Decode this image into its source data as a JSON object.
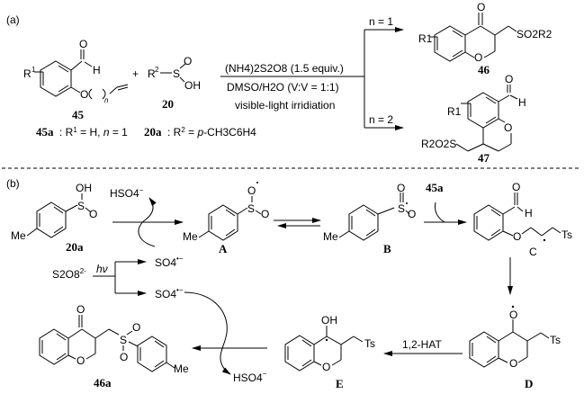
{
  "panel_a": {
    "label": "(a)",
    "reactant1": {
      "id": "45",
      "r_group": "R",
      "r_sup": "1",
      "o_atom": "O",
      "h_atom": "H",
      "ring_o": "O",
      "n": "n"
    },
    "plus": "+",
    "reactant2": {
      "id": "20",
      "r_group": "R",
      "r_sup": "2",
      "s_atom": "S",
      "o_atom": "O",
      "oh": "OH"
    },
    "example1": {
      "id": "45a",
      "text": ": R",
      "sup": "1",
      "rest": " = H, ",
      "n_italic": "n",
      "n_val": " = 1"
    },
    "example2": {
      "id": "20a",
      "text": ": R",
      "sup": "2",
      "rest": " = ",
      "p_italic": "p",
      "formula": "-CH3C6H4"
    },
    "conditions": {
      "reagent": "(NH4)2S2O8 (1.5 equiv.)",
      "solvent": "DMSO/H2O (V:V = 1:1)",
      "light": "visible-light irridiation"
    },
    "branch1": {
      "label": "n = 1",
      "product_id": "46",
      "substituent": "SO2R2",
      "r_group": "R1",
      "ketone_o": "O",
      "ring_o": "O"
    },
    "branch2": {
      "label": "n = 2",
      "product_id": "47",
      "substituent": "R2O2S",
      "r_group": "R1",
      "ald_o": "O",
      "ald_h": "H",
      "ring_o": "O"
    }
  },
  "panel_b": {
    "label": "(b)",
    "compound_20a": {
      "id": "20a",
      "oh": "OH",
      "s": "S",
      "o": "O",
      "me": "Me"
    },
    "hso4_top": "HSO4",
    "hso4_top_charge": "−",
    "radical_A": {
      "id": "A",
      "o_rad": "O",
      "s": "S",
      "o": "O",
      "me": "Me"
    },
    "radical_B": {
      "id": "B",
      "o": "O",
      "s": "S",
      "o2": "O",
      "me": "Me"
    },
    "reagent_45a": "45a",
    "radical_C": {
      "id": "C",
      "o": "O",
      "h": "H",
      "ring_o": "O",
      "ts": "Ts"
    },
    "persulfate": "S2O8",
    "persulfate_charge": "2-",
    "hv": "hν",
    "so4_radical_1": "SO4",
    "so4_radical_2": "SO4",
    "so4_charge": "•−",
    "radical_D": {
      "id": "D",
      "o_rad": "O",
      "ring_o": "O",
      "ts": "Ts"
    },
    "hat_label": "1,2-HAT",
    "radical_E": {
      "id": "E",
      "oh": "OH",
      "ring_o": "O",
      "ts": "Ts"
    },
    "hso4_bottom": "HSO4",
    "hso4_bottom_charge": "−",
    "product_46a": {
      "id": "46a",
      "o": "O",
      "ring_o": "O",
      "s": "S",
      "so_o1": "O",
      "so_o2": "O",
      "me": "Me"
    }
  }
}
